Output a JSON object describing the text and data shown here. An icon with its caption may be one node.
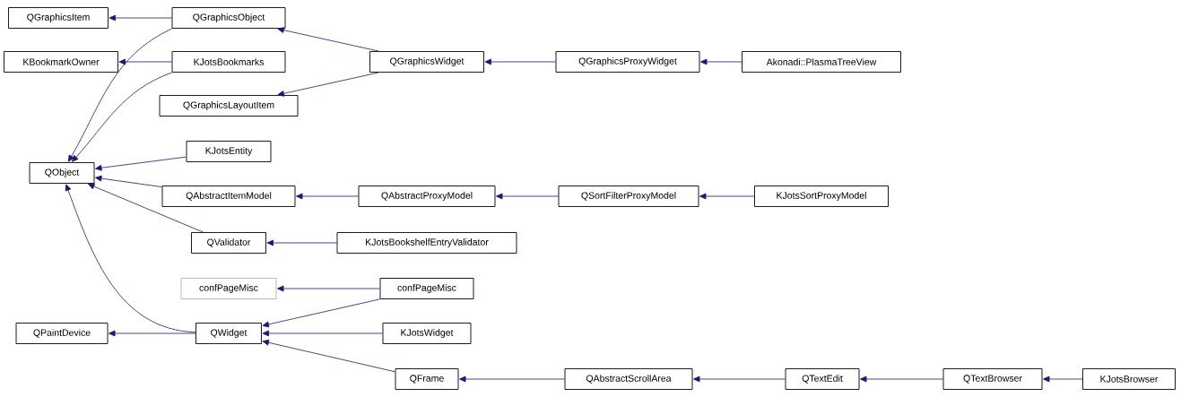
{
  "diagram": {
    "nodes": [
      {
        "text": [
          "QGraphicsItem"
        ]
      },
      {
        "text": [
          "QGraphicsObject"
        ]
      },
      {
        "text": [
          "KBookmarkOwner"
        ]
      },
      {
        "text": [
          "KJotsBookmarks"
        ]
      },
      {
        "text": [
          "QGraphicsWidget"
        ]
      },
      {
        "text": [
          "QGraphicsProxyWidget"
        ]
      },
      {
        "text": [
          "Akonadi::PlasmaTreeView"
        ]
      },
      {
        "text": [
          "QGraphicsLayoutItem"
        ]
      },
      {
        "text": [
          "QObject"
        ]
      },
      {
        "text": [
          "KJotsEntity"
        ]
      },
      {
        "text": [
          "QAbstractItemModel"
        ]
      },
      {
        "text": [
          "QAbstractProxyModel"
        ]
      },
      {
        "text": [
          "QSortFilterProxyModel"
        ]
      },
      {
        "text": [
          "KJotsSortProxyModel"
        ]
      },
      {
        "text": [
          "QValidator"
        ]
      },
      {
        "text": [
          "KJotsBookshelfEntryValidator"
        ]
      },
      {
        "text": [
          "confPageMisc"
        ]
      },
      {
        "text": [
          "confPageMisc"
        ]
      },
      {
        "text": [
          "QPaintDevice"
        ]
      },
      {
        "text": [
          "QWidget"
        ]
      },
      {
        "text": [
          "KJotsWidget"
        ]
      },
      {
        "text": [
          "QFrame"
        ]
      },
      {
        "text": [
          "QAbstractScrollArea"
        ]
      },
      {
        "text": [
          "QTextEdit"
        ]
      },
      {
        "text": [
          "QTextBrowser"
        ]
      },
      {
        "text": [
          "KJotsBrowser"
        ]
      }
    ],
    "edges": [
      {
        "from": 1,
        "to": 0,
        "arrow": "to"
      },
      {
        "from": 3,
        "to": 2,
        "arrow": "to"
      },
      {
        "from": 4,
        "to": 1,
        "arrow": "to"
      },
      {
        "from": 4,
        "to": 7,
        "arrow": "to"
      },
      {
        "from": 5,
        "to": 4,
        "arrow": "to"
      },
      {
        "from": 6,
        "to": 5,
        "arrow": "to"
      },
      {
        "from": 1,
        "to": 8,
        "arrow": "to"
      },
      {
        "from": 3,
        "to": 8,
        "arrow": "to"
      },
      {
        "from": 9,
        "to": 8,
        "arrow": "to"
      },
      {
        "from": 10,
        "to": 8,
        "arrow": "to"
      },
      {
        "from": 14,
        "to": 8,
        "arrow": "to"
      },
      {
        "from": 19,
        "to": 8,
        "arrow": "to"
      },
      {
        "from": 11,
        "to": 10,
        "arrow": "to"
      },
      {
        "from": 12,
        "to": 11,
        "arrow": "to"
      },
      {
        "from": 13,
        "to": 12,
        "arrow": "to"
      },
      {
        "from": 15,
        "to": 14,
        "arrow": "to"
      },
      {
        "from": 17,
        "to": 16,
        "arrow": "to"
      },
      {
        "from": 17,
        "to": 19,
        "arrow": "to"
      },
      {
        "from": 19,
        "to": 18,
        "arrow": "to"
      },
      {
        "from": 20,
        "to": 19,
        "arrow": "to"
      },
      {
        "from": 21,
        "to": 19,
        "arrow": "to"
      },
      {
        "from": 22,
        "to": 21,
        "arrow": "to"
      },
      {
        "from": 23,
        "to": 22,
        "arrow": "to"
      },
      {
        "from": 24,
        "to": 23,
        "arrow": "to"
      },
      {
        "from": 25,
        "to": 24,
        "arrow": "to"
      }
    ]
  }
}
